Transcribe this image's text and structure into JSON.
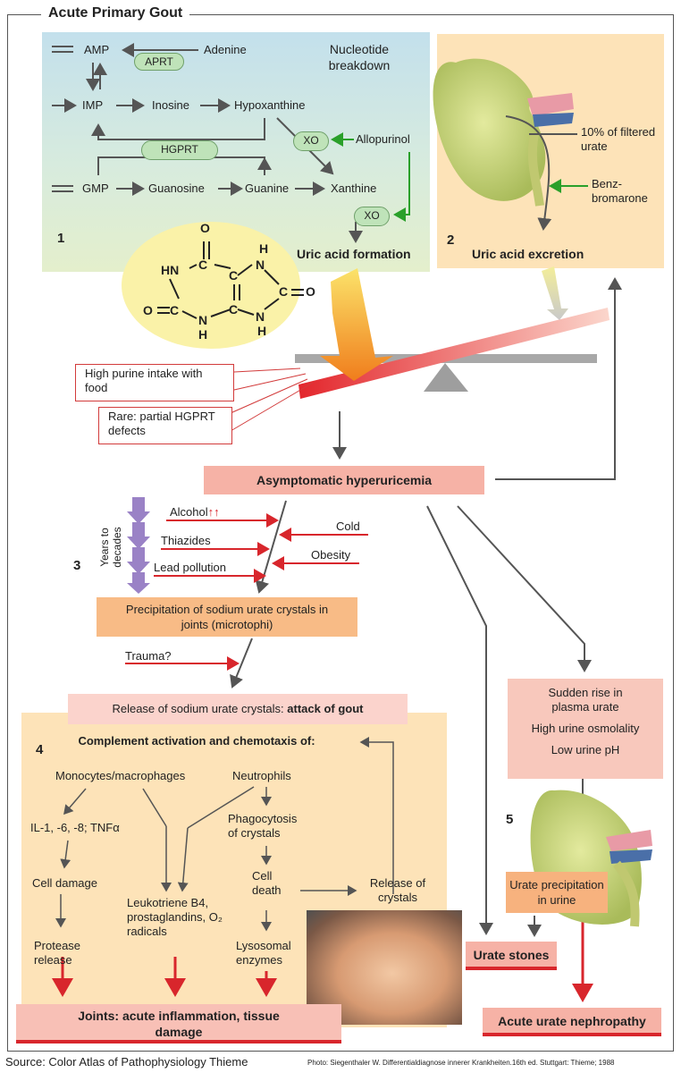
{
  "title": "Acute Primary Gout",
  "panel1": {
    "number": "1",
    "heading": "Nucleotide breakdown",
    "amp": "AMP",
    "adenine": "Adenine",
    "aprt": "APRT",
    "imp": "IMP",
    "inosine": "Inosine",
    "hypoxanthine": "Hypoxanthine",
    "hgprt": "HGPRT",
    "xo1": "XO",
    "allopurinol": "Allopurinol",
    "gmp": "GMP",
    "guanosine": "Guanosine",
    "guanine": "Guanine",
    "xanthine": "Xanthine",
    "xo2": "XO",
    "uric_formation": "Uric acid formation"
  },
  "molecule": {
    "o_top": "O",
    "hn_left": "HN",
    "c1": "C",
    "h_right": "H",
    "n_right_top": "N",
    "c_ring": "C",
    "c_eq": "C",
    "o_right": "O",
    "o_left": "O",
    "n_bottom": "N",
    "h_bottom": "H",
    "n_bottom_right": "N",
    "h_bottom_right": "H",
    "c_mid": "C",
    "c_low": "C"
  },
  "panel2": {
    "number": "2",
    "filtered": "10% of filtered urate",
    "benz": "Benz- bromarone",
    "excretion": "Uric acid excretion"
  },
  "inputs": {
    "purine": "High purine intake with food",
    "rare": "Rare: partial HGPRT defects"
  },
  "hyper": "Asymptomatic hyperuricemia",
  "panel3": {
    "number": "3",
    "years": "Years to decades",
    "alcohol": "Alcohol",
    "alcohol_marks": "↑↑",
    "cold": "Cold",
    "thiazides": "Thiazides",
    "obesity": "Obesity",
    "lead": "Lead pollution",
    "precip": "Precipitation of sodium urate crystals in joints (microtophi)",
    "trauma": "Trauma?"
  },
  "release": {
    "prefix": "Release of sodium urate crystals: ",
    "bold": "attack of gout"
  },
  "panel4": {
    "number": "4",
    "complement": "Complement activation and chemotaxis of:",
    "monocytes": "Monocytes/macrophages",
    "neutrophils": "Neutrophils",
    "il": "IL-1, -6, -8; TNFα",
    "phago": "Phagocytosis of crystals",
    "cell_damage": "Cell damage",
    "leuko": "Leukotriene B4, prostaglandins, O₂ radicals",
    "cell_death": "Cell death",
    "release_crystals": "Release of crystals",
    "protease": "Protease release",
    "lysosomal": "Lysosomal enzymes",
    "joints": "Joints: acute inflammation, tissue damage"
  },
  "panel5": {
    "number": "5",
    "sudden": "Sudden rise in plasma urate",
    "osmolality": "High urine osmolality",
    "ph": "Low urine pH",
    "urate_precip": "Urate precipitation in urine",
    "stones": "Urate stones",
    "nephro": "Acute urate nephropathy"
  },
  "footer": {
    "source": "Source: Color Atlas of Pathophysiology Thieme",
    "photo": "Photo: Siegenthaler W. Differentialdiagnose innerer Krankheiten.16th ed. Stuttgart: Thieme; 1988"
  },
  "colors": {
    "panel_orange": "#fde3b8",
    "red_arrow": "#d8262c",
    "green_arrow": "#2aa02a",
    "purple_arrow": "#9a82c6",
    "gray_arrow": "#555555"
  }
}
